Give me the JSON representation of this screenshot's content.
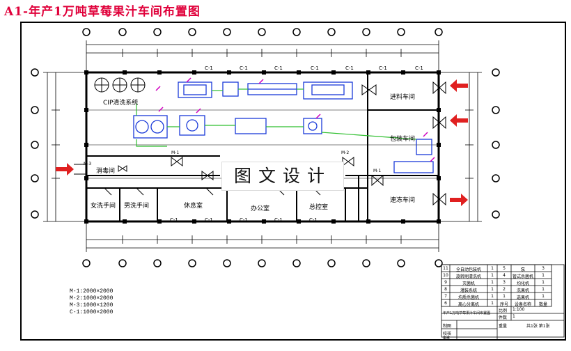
{
  "title": "A1-年产1万吨草莓果汁车间布置图",
  "watermark": "图文设计",
  "rooms": {
    "cip": "CIP清洗系统",
    "disinfect": "消毒间",
    "receiving": "进料车间",
    "packing": "包装车间",
    "shipping": "速冻车间",
    "women_wash": "女洗手间",
    "men_wash": "男洗手间",
    "rest": "休息室",
    "office": "办公室",
    "control": "总控室"
  },
  "column_label": "C-1",
  "door_labels": [
    "M-1",
    "M-2",
    "M-3"
  ],
  "door_legend": [
    "M-1:2000×2000",
    "M-2:1000×2000",
    "M-3:1000×1200",
    "C-1:1000×2000"
  ],
  "equipment_table": {
    "rows": [
      [
        "11",
        "全自动包装机",
        "1",
        "5",
        "泵",
        "3"
      ],
      [
        "10",
        "旋转刷清洗机",
        "1",
        "4",
        "管式杀菌机",
        "1"
      ],
      [
        "9",
        "灭菌机",
        "1",
        "3",
        "均化机",
        "1"
      ],
      [
        "8",
        "灌装系统",
        "1",
        "2",
        "洗果机",
        "1"
      ],
      [
        "7",
        "均质杀菌机",
        "1",
        "1",
        "选果机",
        "1"
      ],
      [
        "6",
        "离心分离机",
        "1",
        "序号",
        "设备名称",
        "数量"
      ]
    ],
    "scale_label": "比例",
    "scale_value": "1:100",
    "qty_label": "件数",
    "qty_value": "1",
    "drawing_name": "年产1万吨草莓果汁车间布置图",
    "sheet_label": "重量",
    "sheet_info": "共1张  第1张",
    "sign_rows": [
      "制图",
      "校核",
      "审核"
    ]
  },
  "accent_colors": {
    "title": "#e0003a",
    "equipment": "#1a3ad9",
    "pipe": "#2fbf2f",
    "arrow": "#e02020"
  }
}
